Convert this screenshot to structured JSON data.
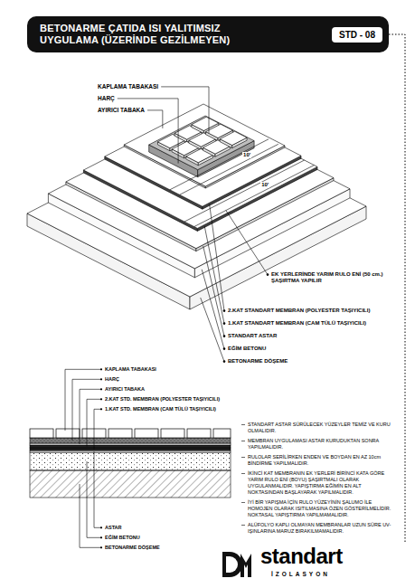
{
  "diagram": {
    "title": "BETONARME ÇATIDA ISI YALITIMSIZ UYGULAMA (ÜZERİNDE GEZİLMEYEN)",
    "nodes": [
      {
        "text": [
          "STD - 08"
        ]
      }
    ],
    "labels": [
      "KAPLAMA TABAKASI",
      "HARÇ",
      "AYIRICI TABAKA",
      "10'",
      "10'",
      "EK YERLERİNDE YARIM RULO ENİ (50 cm.) ŞAŞIRTMA YAPILIR",
      "2.KAT STANDART MEMBRAN (POLYESTER TAŞIYICILI)",
      "1.KAT STANDART MEMBRAN (CAM TÜLÜ TAŞIYICILI)",
      "STANDART ASTAR",
      "EĞİM BETONU",
      "BETONARME DÖŞEME",
      "KAPLAMA TABAKASI",
      "HARÇ",
      "AYIRICI TABAKA",
      "2.KAT STD. MEMBRAN (POLYESTER TAŞIYICILI)",
      "1.KAT STD. MEMBRAN (CAM TÜLÜ TAŞIYICILI)",
      "ASTAR",
      "EĞİM BETONU",
      "BETONARME DÖŞEME",
      "STANDART ASTAR SÜRÜLECEK YÜZEYLER TEMİZ VE KURU OLMALIDIR.",
      "MEMBRAN UYGULAMASI ASTAR KURUDUKTAN SONRA YAPILMALIDIR.",
      "RULOLAR SERİLİRKEN ENDEN VE BOYDAN EN AZ 10cm BİNDİRME YAPILMALIDIR.",
      "İKİNCİ KAT MEMBRANIN EK YERLERİ BİRİNCİ KATA GÖRE YARIM RULO ENİ (BOYU) ŞAŞIRTMALI OLARAK UYGULANMALIDIR. YAPIŞTIRMA EĞİMİN EN ALT NOKTASINDAN BAŞLAYARAK YAPILMALIDIR.",
      "İYİ BİR YAPIŞMA İÇİN RULO YÜZEYİNİN ŞALUMO İLE HOMOJEN OLARAK ISITILMASINA ÖZEN GÖSTERİLMELİDİR. NOKTASAL YAPIŞTIRMA YAPILMAMALIDIR.",
      "ALÜFOLYO KAPLI OLMAYAN MEMBRANLAR UZUN SÜRE UV-IŞINLARINA MARUZ BIRAKILMAMALIDIR.",
      "standart",
      "İZOLASYON"
    ]
  }
}
